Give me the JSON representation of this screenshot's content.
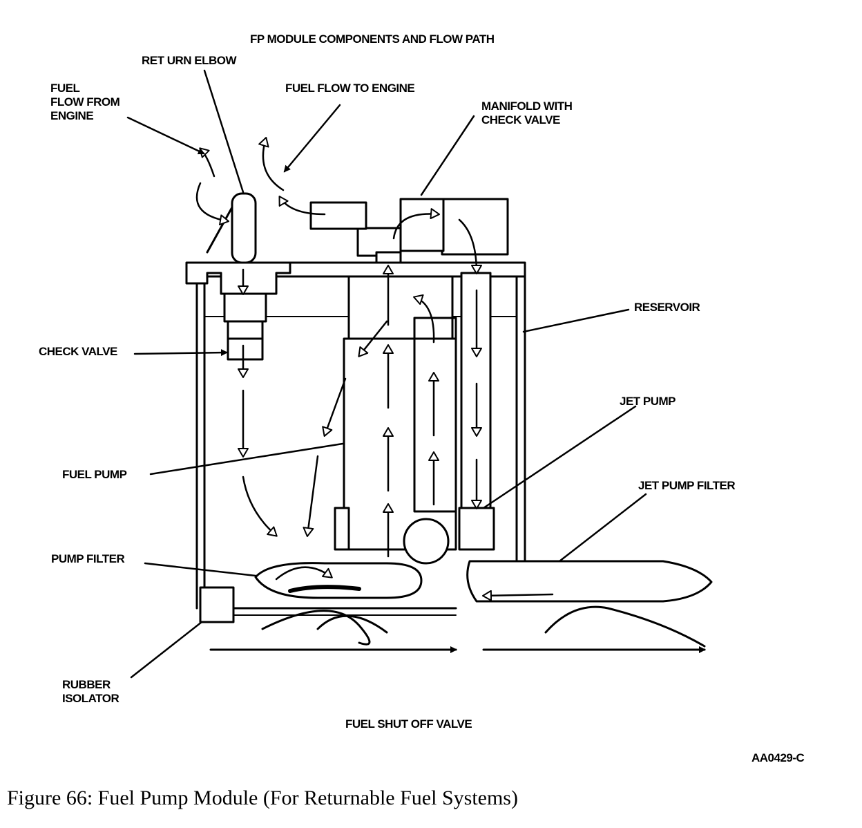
{
  "diagram": {
    "title": "FP MODULE COMPONENTS AND FLOW PATH",
    "labels": {
      "return_elbow": "RET URN ELBOW",
      "fuel_from_engine": "FUEL\nFLOW FROM\nENGINE",
      "fuel_to_engine": "FUEL FLOW TO ENGINE",
      "manifold": "MANIFOLD WITH\nCHECK VALVE",
      "reservoir": "RESERVOIR",
      "check_valve": "CHECK VALVE",
      "jet_pump": "JET PUMP",
      "fuel_pump": "FUEL PUMP",
      "jet_pump_filter": "JET PUMP FILTER",
      "pump_filter": "PUMP FILTER",
      "rubber_isolator": "RUBBER\nISOLATOR",
      "shut_off_valve": "FUEL SHUT OFF VALVE"
    },
    "figure_code": "AA0429-C"
  },
  "caption": "Figure 66: Fuel Pump Module (For Returnable Fuel Systems)"
}
